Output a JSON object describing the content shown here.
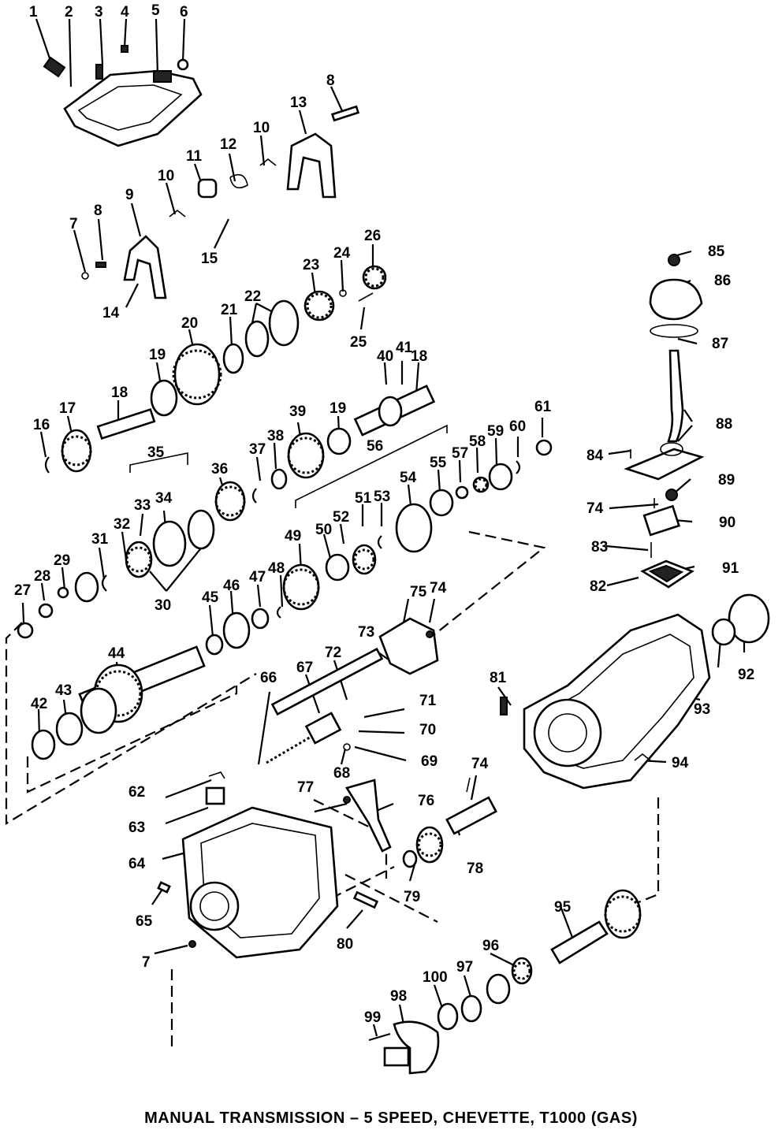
{
  "caption": "MANUAL TRANSMISSION – 5 SPEED, CHEVETTE, T1000 (GAS)",
  "callouts": [
    "1",
    "2",
    "3",
    "4",
    "5",
    "6",
    "7",
    "8",
    "9",
    "10",
    "11",
    "12",
    "13",
    "14",
    "15",
    "16",
    "17",
    "18",
    "19",
    "20",
    "21",
    "22",
    "23",
    "24",
    "25",
    "26",
    "27",
    "28",
    "29",
    "30",
    "31",
    "32",
    "33",
    "34",
    "35",
    "36",
    "37",
    "38",
    "39",
    "40",
    "41",
    "42",
    "43",
    "44",
    "45",
    "46",
    "47",
    "48",
    "49",
    "50",
    "51",
    "52",
    "53",
    "54",
    "55",
    "56",
    "57",
    "58",
    "59",
    "60",
    "61",
    "62",
    "63",
    "64",
    "65",
    "66",
    "67",
    "68",
    "69",
    "70",
    "71",
    "72",
    "73",
    "74",
    "75",
    "76",
    "77",
    "78",
    "79",
    "80",
    "81",
    "82",
    "83",
    "84",
    "85",
    "86",
    "87",
    "88",
    "89",
    "90",
    "91",
    "92",
    "93",
    "94",
    "95",
    "96",
    "97",
    "98",
    "99",
    "100"
  ],
  "repeated_callouts": [
    "7",
    "8",
    "10",
    "18",
    "19",
    "74",
    "74",
    "74"
  ]
}
